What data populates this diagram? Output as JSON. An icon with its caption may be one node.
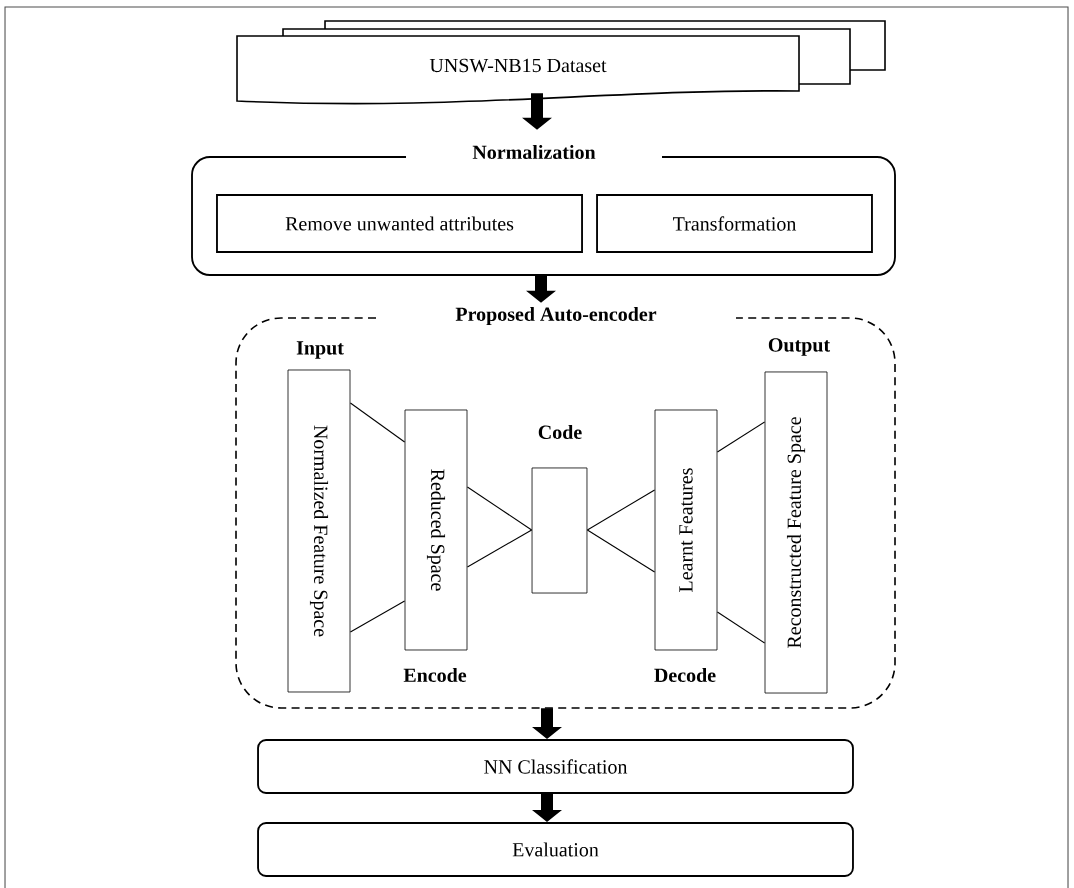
{
  "diagram": {
    "nodes": [
      {
        "text": [
          "UNSW-NB15 Dataset"
        ]
      },
      {
        "text": [
          "Normalization"
        ]
      },
      {
        "text": [
          "Remove unwanted attributes"
        ],
        "in": 1
      },
      {
        "text": [
          "Transformation"
        ],
        "in": 1
      },
      {
        "text": [
          "Proposed Auto-encoder"
        ]
      },
      {
        "text": [
          "Normalized Feature Space"
        ],
        "in": 4,
        "beside": [
          "Input"
        ]
      },
      {
        "text": [
          "Reduced Space"
        ],
        "in": 4,
        "beside": [
          "Encode"
        ]
      },
      {
        "text": [],
        "shape": "box",
        "in": 4,
        "beside": [
          "Code"
        ]
      },
      {
        "text": [
          "Learnt Features"
        ],
        "in": 4,
        "beside": [
          "Decode"
        ]
      },
      {
        "text": [
          "Reconstructed Feature Space"
        ],
        "in": 4,
        "beside": [
          "Output"
        ]
      },
      {
        "text": [
          "NN Classification"
        ]
      },
      {
        "text": [
          "Evaluation"
        ]
      }
    ],
    "edges": [
      {
        "from": 0,
        "to": 1,
        "arrow": "to",
        "style": "thick"
      },
      {
        "from": 1,
        "to": 4,
        "arrow": "to",
        "style": "thick"
      },
      {
        "from": 4,
        "to": 10,
        "arrow": "to",
        "style": "thick"
      },
      {
        "from": 10,
        "to": 11,
        "arrow": "to",
        "style": "thick"
      },
      {
        "from": 5,
        "to": 6,
        "arrow": "none"
      },
      {
        "from": 5,
        "to": 6,
        "arrow": "none"
      },
      {
        "from": 6,
        "to": 7,
        "arrow": "none"
      },
      {
        "from": 6,
        "to": 7,
        "arrow": "none"
      },
      {
        "from": 7,
        "to": 8,
        "arrow": "none"
      },
      {
        "from": 7,
        "to": 8,
        "arrow": "none"
      },
      {
        "from": 8,
        "to": 9,
        "arrow": "none"
      },
      {
        "from": 8,
        "to": 9,
        "arrow": "none"
      }
    ]
  }
}
